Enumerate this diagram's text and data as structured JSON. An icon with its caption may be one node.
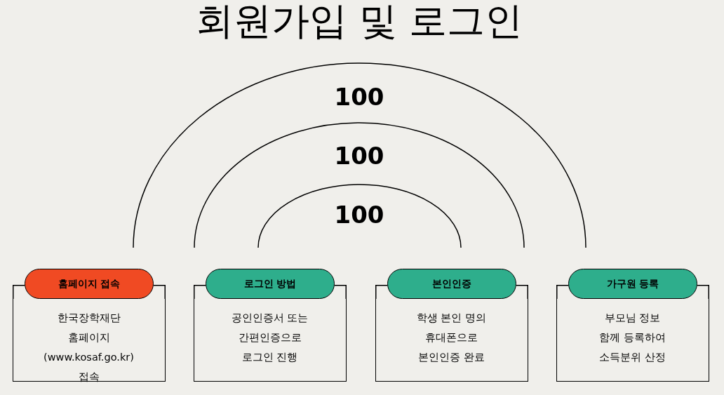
{
  "diagram": {
    "title": "회원가입 및 로그인",
    "nodes": [
      {
        "text": [
          "홈페이지 접속"
        ]
      },
      {
        "text": [
          "한국장학재단 홈페이지 (www.kosaf.go.kr) 접속"
        ]
      },
      {
        "text": [
          "로그인 방법"
        ]
      },
      {
        "text": [
          "공인인증서 또는 간편인증으로 로그인 진행"
        ]
      },
      {
        "text": [
          "본인인증"
        ]
      },
      {
        "text": [
          "학생 본인 명의 휴대폰으로 본인인증 완료"
        ]
      },
      {
        "text": [
          "가구원 등록"
        ]
      },
      {
        "text": [
          "부모님 정보 함께 등록하여 소득분위 산정"
        ]
      }
    ],
    "labels": [
      "100",
      "100",
      "100"
    ]
  }
}
